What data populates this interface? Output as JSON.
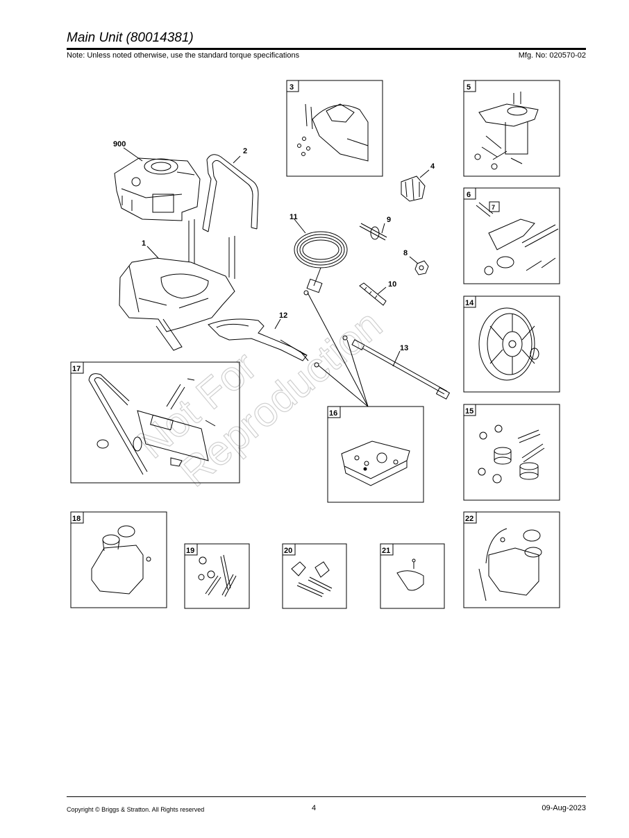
{
  "header": {
    "title": "Main Unit (80014381)",
    "note": "Note: Unless noted otherwise, use the standard torque specifications",
    "mfg": "Mfg. No: 020570-02"
  },
  "watermark": {
    "line1": "Not For",
    "line2": "Reproduction"
  },
  "callouts": {
    "c900": "900",
    "c2": "2",
    "c1": "1",
    "c4": "4",
    "c11": "11",
    "c9": "9",
    "c8": "8",
    "c10": "10",
    "c12": "12",
    "c13": "13"
  },
  "boxes": {
    "b3": "3",
    "b5": "5",
    "b6": "6",
    "b7": "7",
    "b14": "14",
    "b15": "15",
    "b16": "16",
    "b17": "17",
    "b18": "18",
    "b19": "19",
    "b20": "20",
    "b21": "21",
    "b22": "22"
  },
  "footer": {
    "copyright": "Copyright ©  Briggs & Stratton. All Rights reserved",
    "page": "4",
    "date": "09-Aug-2023"
  }
}
